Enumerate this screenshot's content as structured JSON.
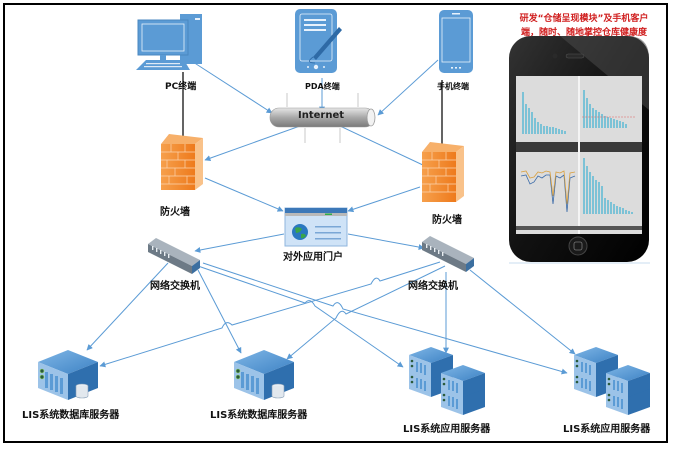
{
  "title": "LIS系统网络拓扑图",
  "nodes": {
    "pc": {
      "label": "PC终端",
      "icon": "desktop-computer-icon"
    },
    "pda": {
      "label": "PDA终端",
      "icon": "pda-tablet-stylus-icon"
    },
    "mobile": {
      "label": "手机终端",
      "icon": "smartphone-icon"
    },
    "internet": {
      "label": "Internet",
      "icon": "internet-pipe-icon"
    },
    "firewall_left": {
      "label": "防火墙",
      "icon": "firewall-icon"
    },
    "firewall_right": {
      "label": "防火墙",
      "icon": "firewall-icon"
    },
    "portal": {
      "label": "对外应用门户",
      "icon": "web-portal-icon"
    },
    "switch_left": {
      "label": "网络交换机",
      "icon": "network-switch-icon"
    },
    "switch_right": {
      "label": "网络交换机",
      "icon": "network-switch-icon"
    },
    "db_server_1": {
      "label": "LIS系统数据库服务器",
      "icon": "database-server-icon"
    },
    "db_server_2": {
      "label": "LIS系统数据库服务器",
      "icon": "database-server-icon"
    },
    "app_server_1": {
      "label": "LIS系统应用服务器",
      "icon": "server-cluster-icon"
    },
    "app_server_2": {
      "label": "LIS系统应用服务器",
      "icon": "server-cluster-icon"
    }
  },
  "phone_callout": {
    "caption_line1": "研发“仓储呈现模块”及手机客户",
    "caption_line2": "端，随时、随地掌控仓库健康度",
    "icon": "iphone-dashboard-icon"
  },
  "connections": [
    {
      "from": "pc",
      "to": "internet",
      "style": "arrow"
    },
    {
      "from": "pda",
      "to": "internet",
      "style": "arrow"
    },
    {
      "from": "mobile",
      "to": "internet",
      "style": "arrow"
    },
    {
      "from": "pc",
      "to": "firewall_left",
      "style": "plain-black"
    },
    {
      "from": "mobile",
      "to": "firewall_right",
      "style": "plain-black"
    },
    {
      "from": "internet",
      "to": "firewall_left",
      "style": "arrow"
    },
    {
      "from": "internet",
      "to": "firewall_right",
      "style": "arrow"
    },
    {
      "from": "firewall_left",
      "to": "portal",
      "style": "arrow"
    },
    {
      "from": "firewall_right",
      "to": "portal",
      "style": "arrow"
    },
    {
      "from": "portal",
      "to": "switch_left",
      "style": "arrow"
    },
    {
      "from": "portal",
      "to": "switch_right",
      "style": "arrow"
    },
    {
      "from": "switch_left",
      "to": "db_server_1",
      "style": "arrow"
    },
    {
      "from": "switch_left",
      "to": "db_server_2",
      "style": "arrow"
    },
    {
      "from": "switch_left",
      "to": "app_server_1",
      "style": "arrow"
    },
    {
      "from": "switch_left",
      "to": "app_server_2",
      "style": "arrow"
    },
    {
      "from": "switch_right",
      "to": "db_server_1",
      "style": "arrow"
    },
    {
      "from": "switch_right",
      "to": "db_server_2",
      "style": "arrow"
    },
    {
      "from": "switch_right",
      "to": "app_server_1",
      "style": "arrow"
    },
    {
      "from": "switch_right",
      "to": "app_server_2",
      "style": "arrow"
    }
  ],
  "colors": {
    "link": "#5b9bd5",
    "device_blue": "#5b9bd5",
    "firewall_orange": "#f28a30",
    "caption_red": "#d02020",
    "frame": "#000000"
  }
}
